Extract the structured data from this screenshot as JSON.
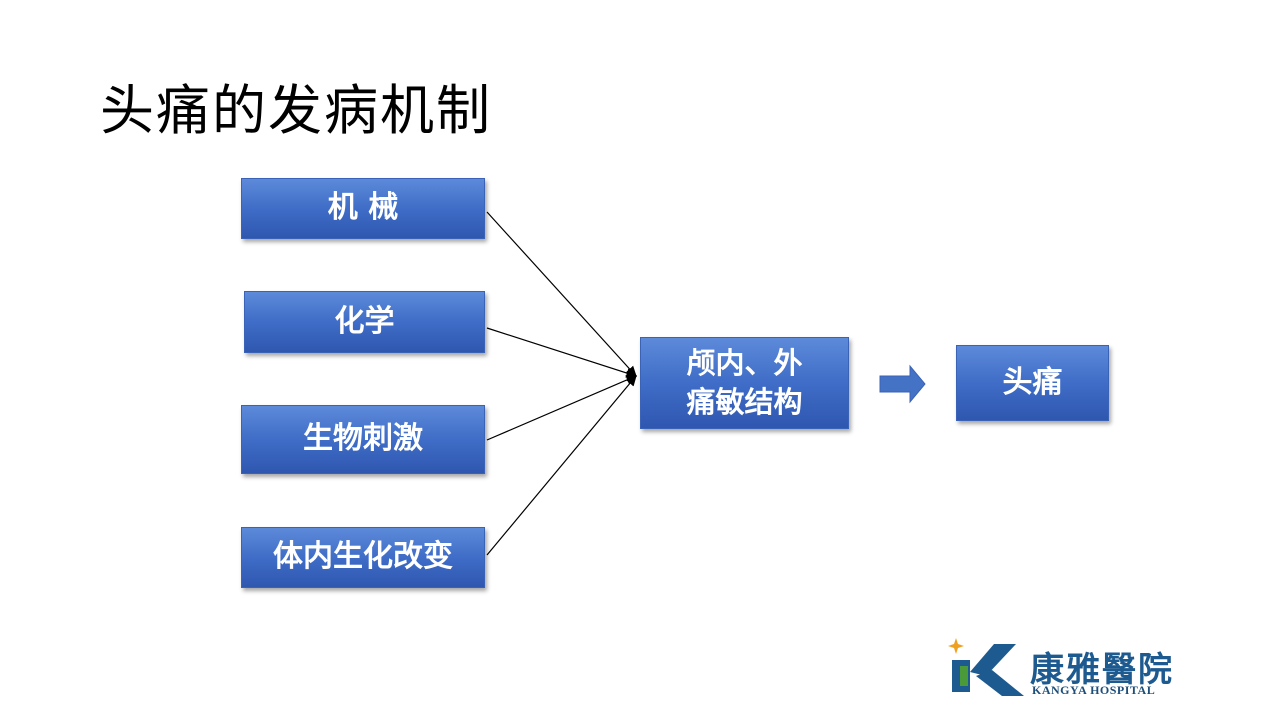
{
  "title": "头痛的发病机制",
  "causes": [
    {
      "id": "mech",
      "label": "机 械"
    },
    {
      "id": "chem",
      "label": "化学"
    },
    {
      "id": "bio",
      "label": "生物刺激"
    },
    {
      "id": "body",
      "label": "体内生化改变"
    }
  ],
  "middle": {
    "line1": "颅内、外",
    "line2": "痛敏结构"
  },
  "result": {
    "label": "头痛"
  },
  "logo": {
    "cn": "康雅醫院",
    "en": "KANGYA HOSPITAL"
  },
  "colors": {
    "box": "#4472c4",
    "arrow": "#4472c4",
    "logo_blue": "#1d5a8f",
    "logo_green": "#4a9a3a",
    "logo_star": "#f0a020"
  }
}
